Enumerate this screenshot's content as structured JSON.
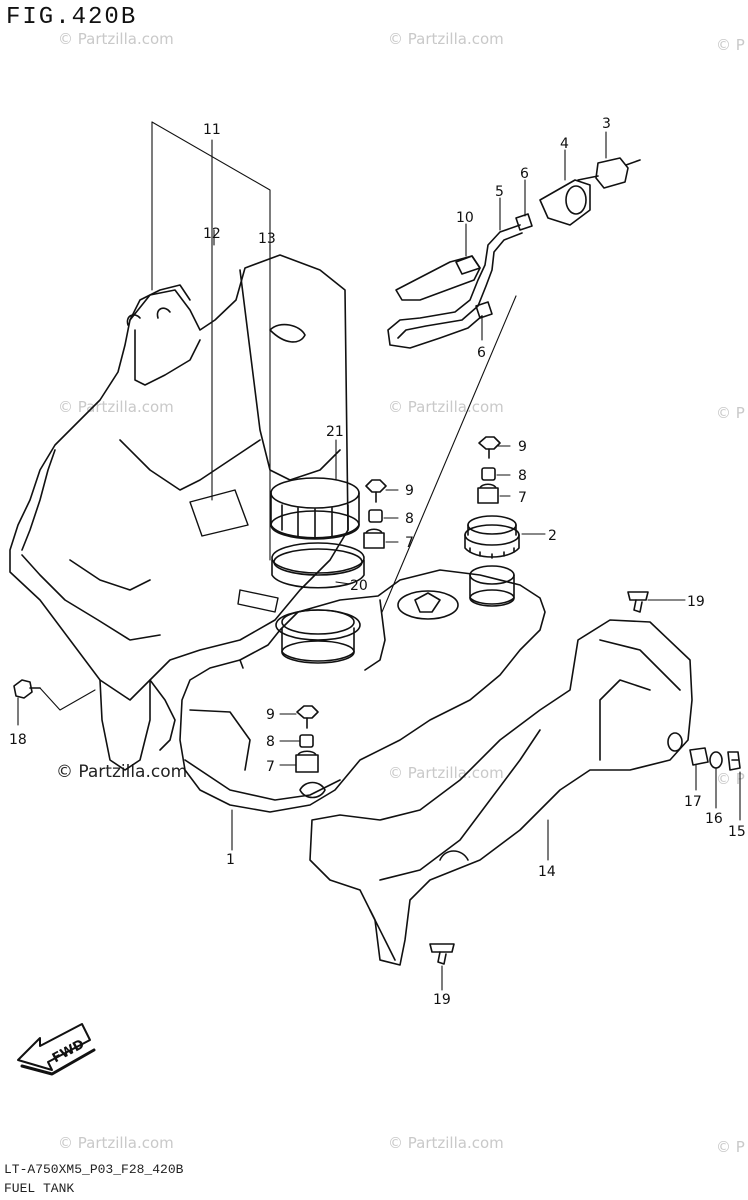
{
  "figure": {
    "title": "FIG.420B",
    "code": "LT-A750XM5_P03_F28_420B",
    "name": "FUEL TANK"
  },
  "watermark": {
    "text": "© Partzilla.com",
    "partial": "© P",
    "strong": "© Partzilla.com"
  },
  "callouts": {
    "c1": "1",
    "c2": "2",
    "c3": "3",
    "c4": "4",
    "c5": "5",
    "c6a": "6",
    "c6b": "6",
    "c7a": "7",
    "c7b": "7",
    "c7c": "7",
    "c8a": "8",
    "c8b": "8",
    "c8c": "8",
    "c9a": "9",
    "c9b": "9",
    "c9c": "9",
    "c10": "10",
    "c11": "11",
    "c12": "12",
    "c13": "13",
    "c14": "14",
    "c15": "15",
    "c16": "16",
    "c17": "17",
    "c18": "18",
    "c19a": "19",
    "c19b": "19",
    "c20": "20",
    "c21": "21"
  },
  "fwd": "FWD"
}
